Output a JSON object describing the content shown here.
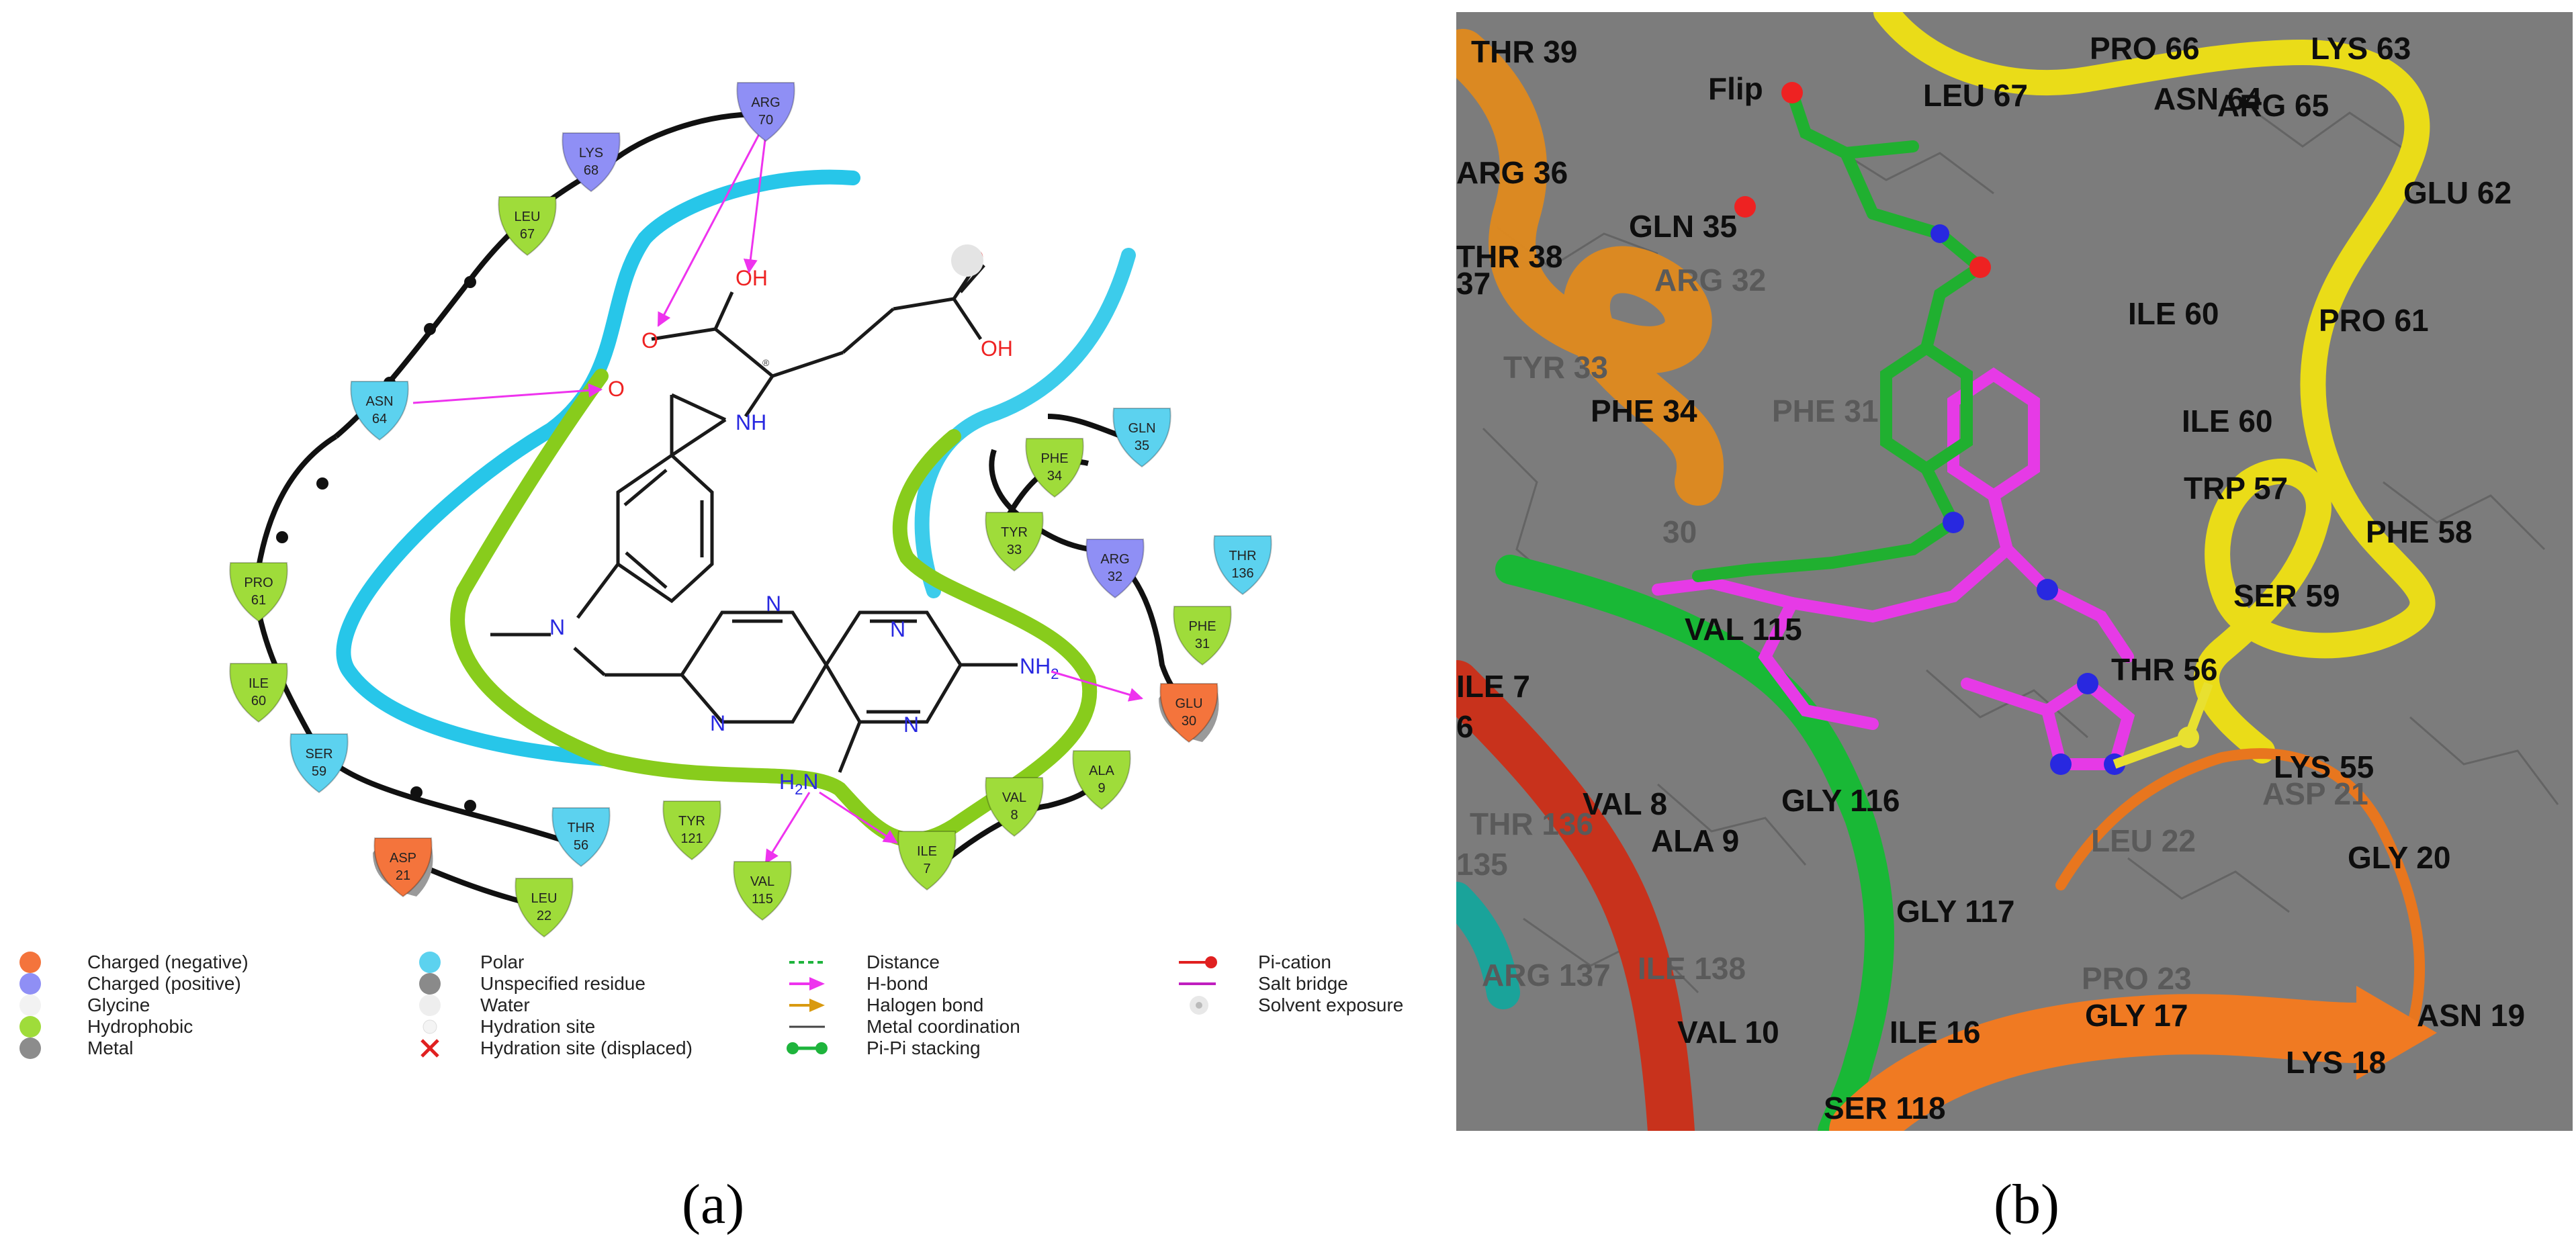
{
  "captions": {
    "a": "(a)",
    "b": "(b)"
  },
  "colors": {
    "charged_negative": "#f4743c",
    "charged_positive": "#8f8ff5",
    "glycine": "#f2f2f2",
    "hydrophobic": "#9fdc3a",
    "metal": "#8c8c8c",
    "polar": "#5cd2ef",
    "unspecified": "#8a8a8a",
    "water": "#eeeeee",
    "hbond": "#ee33ee",
    "cyan_contour": "#27c6e9",
    "green_contour": "#88cc1c",
    "nitrogen": "#2828e0",
    "oxygen": "#ee2222"
  },
  "residues_a": [
    {
      "name": "ARG",
      "num": "70",
      "type": "positive"
    },
    {
      "name": "LYS",
      "num": "68",
      "type": "positive"
    },
    {
      "name": "LEU",
      "num": "67",
      "type": "hydrophobic"
    },
    {
      "name": "ASN",
      "num": "64",
      "type": "polar"
    },
    {
      "name": "PRO",
      "num": "61",
      "type": "hydrophobic"
    },
    {
      "name": "ILE",
      "num": "60",
      "type": "hydrophobic"
    },
    {
      "name": "SER",
      "num": "59",
      "type": "polar"
    },
    {
      "name": "THR",
      "num": "56",
      "type": "polar"
    },
    {
      "name": "ASP",
      "num": "21",
      "type": "negative"
    },
    {
      "name": "LEU",
      "num": "22",
      "type": "hydrophobic"
    },
    {
      "name": "TYR",
      "num": "121",
      "type": "hydrophobic"
    },
    {
      "name": "VAL",
      "num": "115",
      "type": "hydrophobic"
    },
    {
      "name": "ILE",
      "num": "7",
      "type": "hydrophobic"
    },
    {
      "name": "VAL",
      "num": "8",
      "type": "hydrophobic"
    },
    {
      "name": "ALA",
      "num": "9",
      "type": "hydrophobic"
    },
    {
      "name": "GLU",
      "num": "30",
      "type": "negative"
    },
    {
      "name": "PHE",
      "num": "31",
      "type": "hydrophobic"
    },
    {
      "name": "THR",
      "num": "136",
      "type": "polar"
    },
    {
      "name": "ARG",
      "num": "32",
      "type": "positive"
    },
    {
      "name": "TYR",
      "num": "33",
      "type": "hydrophobic"
    },
    {
      "name": "PHE",
      "num": "34",
      "type": "hydrophobic"
    },
    {
      "name": "GLN",
      "num": "35",
      "type": "polar"
    }
  ],
  "ligand_labels": {
    "oh1": "OH",
    "o1": "O",
    "o_amide": "O",
    "nh": "NH",
    "oh2": "OH",
    "o2": "O",
    "n_methyl": "N",
    "n1": "N",
    "n2": "N",
    "n3": "N",
    "n4": "N",
    "nh2_a": "NH",
    "nh2_a_sub": "2",
    "h2n_h": "H",
    "h2n_sub": "2",
    "h2n_n": "N",
    "stereo": "®"
  },
  "legend": {
    "col1": [
      "Charged (negative)",
      "Charged (positive)",
      "Glycine",
      "Hydrophobic",
      "Metal"
    ],
    "col2": [
      "Polar",
      "Unspecified residue",
      "Water",
      "Hydration site",
      "Hydration site (displaced)"
    ],
    "col3": [
      "Distance",
      "H-bond",
      "Halogen bond",
      "Metal coordination",
      "Pi-Pi stacking"
    ],
    "col4": [
      "Pi-cation",
      "Salt bridge",
      "Solvent exposure"
    ]
  },
  "labels_b": [
    "THR 39",
    "Flip",
    "LEU 67",
    "PRO 66",
    "LYS 63",
    "ASN 64",
    "ARG 65",
    "ARG 36",
    "GLU 62",
    "GLN 35",
    "THR 38",
    "37",
    "ARG 32",
    "ILE 60",
    "PRO 61",
    "TYR 33",
    "PHE 34",
    "PHE 31",
    "ILE 60",
    "TRP 57",
    "PHE 58",
    "30",
    "SER 59",
    "VAL 115",
    "THR 56",
    "ILE 7",
    "6",
    "LYS 55",
    "ASP 21",
    "VAL 8",
    "GLY 116",
    "THR 136",
    "ALA 9",
    "LEU 22",
    "GLY 20",
    "135",
    "GLY 117",
    "ARG 137",
    "ILE 138",
    "PRO 23",
    "VAL 10",
    "ILE 16",
    "GLY 17",
    "ASN 19",
    "LYS 18",
    "SER 118"
  ]
}
